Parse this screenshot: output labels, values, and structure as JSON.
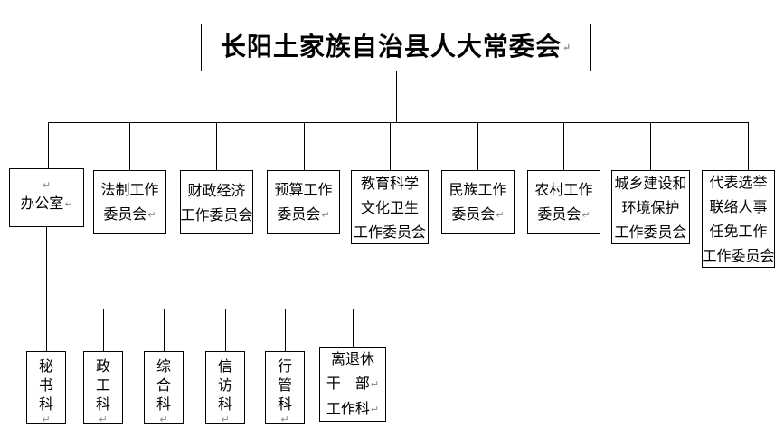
{
  "document": {
    "type": "organization-chart",
    "return_mark": "↵"
  },
  "root": {
    "label": "长阳土家族自治县人大常委会",
    "return_mark": "↵"
  },
  "departments": [
    {
      "name": "office",
      "lines": [
        "办公室"
      ],
      "mark_above": "↵",
      "mark_after": "↵"
    },
    {
      "name": "legal-affairs-committee",
      "lines": [
        "法制工作",
        "委员会"
      ],
      "mark_after": "↵"
    },
    {
      "name": "finance-economy-committee",
      "lines": [
        "财政经济",
        "工作委员会"
      ],
      "mark_after": ""
    },
    {
      "name": "budget-committee",
      "lines": [
        "预算工作",
        "委员会"
      ],
      "mark_after": "↵"
    },
    {
      "name": "education-science-culture-health-committee",
      "lines": [
        "教育科学",
        "文化卫生",
        "工作委员会"
      ],
      "mark_after": ""
    },
    {
      "name": "ethnic-affairs-committee",
      "lines": [
        "民族工作",
        "委员会"
      ],
      "mark_after": "↵"
    },
    {
      "name": "rural-affairs-committee",
      "lines": [
        "农村工作",
        "委员会"
      ],
      "mark_after": "↵"
    },
    {
      "name": "urban-rural-construction-environment-committee",
      "lines": [
        "城乡建设和",
        "环境保护",
        "工作委员会"
      ],
      "mark_after": ""
    },
    {
      "name": "deputy-election-liaison-personnel-committee",
      "lines": [
        "代表选举",
        "联络人事",
        "任免工作",
        "工作委员会"
      ],
      "mark_after": ""
    }
  ],
  "office_sections": [
    {
      "name": "secretariat-section",
      "orientation": "vertical",
      "chars": [
        "秘",
        "书",
        "科"
      ],
      "mark_below": "↵"
    },
    {
      "name": "political-work-section",
      "orientation": "vertical",
      "chars": [
        "政",
        "工",
        "科"
      ],
      "mark_below": "↵"
    },
    {
      "name": "general-affairs-section",
      "orientation": "vertical",
      "chars": [
        "综",
        "合",
        "科"
      ],
      "mark_below": "↵"
    },
    {
      "name": "petition-section",
      "orientation": "vertical",
      "chars": [
        "信",
        "访",
        "科"
      ],
      "mark_below": "↵"
    },
    {
      "name": "administration-section",
      "orientation": "vertical",
      "chars": [
        "行",
        "管",
        "科"
      ],
      "mark_below": "↵"
    },
    {
      "name": "retired-cadres-work-section",
      "orientation": "horizontal",
      "lines": [
        "离退休",
        "干　部",
        "工作科"
      ],
      "mark_line2": "↵",
      "mark_line3": "↵"
    }
  ],
  "colors": {
    "stroke": "#000000",
    "background": "#ffffff",
    "text": "#000000",
    "return_mark": "#8a8a8a"
  }
}
